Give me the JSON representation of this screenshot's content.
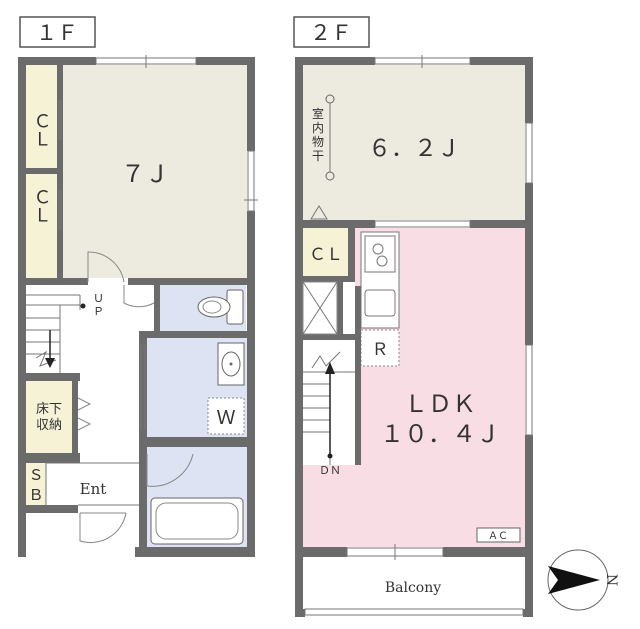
{
  "floors": {
    "first": {
      "label": "１Ｆ",
      "rooms": {
        "bedroom": "７Ｊ",
        "closet_top": "ＣＬ",
        "closet_bottom": "ＣＬ",
        "underfloor_storage": "床下\n収納",
        "shoe_box": "Ｓ\nＢ",
        "entrance": "Ent",
        "washroom": "Ｗ",
        "stairs_up": "ＵＰ"
      }
    },
    "second": {
      "label": "２Ｆ",
      "rooms": {
        "bedroom": "６．２Ｊ",
        "indoor_drying": "室内物干",
        "closet": "ＣＬ",
        "refrigerator": "Ｒ",
        "ldk_name": "ＬＤＫ",
        "ldk_size": "１０．４Ｊ",
        "stairs_down": "ＤＮ",
        "ac": "ＡＣ",
        "balcony": "Balcony"
      }
    }
  },
  "compass": {
    "label": "N"
  },
  "colors": {
    "bedroom": "#edeae0",
    "closet": "#f6f2d6",
    "wet": "#dde3f3",
    "ldk": "#f8dde4",
    "wall": "#6b6b6b"
  }
}
